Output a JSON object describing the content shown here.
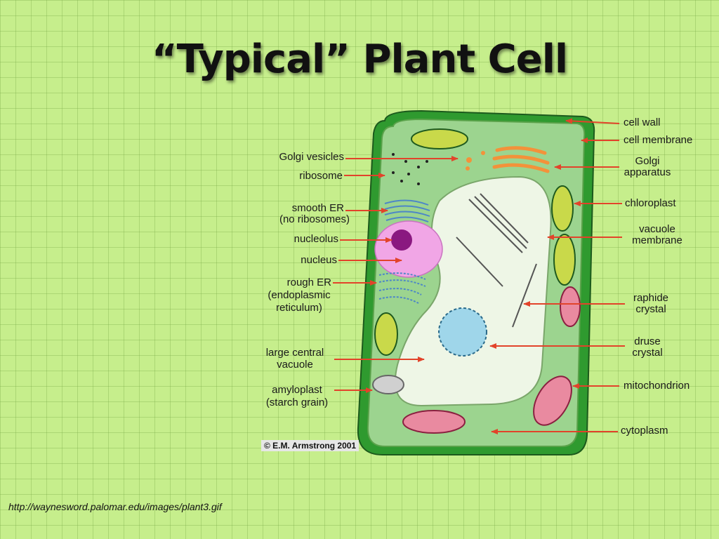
{
  "title": "“Typical” Plant Cell",
  "source_url": "http://waynesword.palomar.edu/images/plant3.gif",
  "copyright": "© E.M. Armstrong 2001",
  "labels_left": {
    "golgi_vesicles": "Golgi vesicles",
    "ribosome": "ribosome",
    "smooth_er_1": "smooth ER",
    "smooth_er_2": "(no ribosomes)",
    "nucleolus": "nucleolus",
    "nucleus": "nucleus",
    "rough_er_1": "rough ER",
    "rough_er_2": "(endoplasmic",
    "rough_er_3": "reticulum)",
    "vacuole_1": "large central",
    "vacuole_2": "vacuole",
    "amyloplast_1": "amyloplast",
    "amyloplast_2": "(starch grain)"
  },
  "labels_right": {
    "cell_wall": "cell wall",
    "cell_membrane": "cell membrane",
    "golgi_1": "Golgi",
    "golgi_2": "apparatus",
    "chloroplast": "chloroplast",
    "vacuole_membrane_1": "vacuole",
    "vacuole_membrane_2": "membrane",
    "raphide_1": "raphide",
    "raphide_2": "crystal",
    "druse_1": "druse",
    "druse_2": "crystal",
    "mitochondrion": "mitochondrion",
    "cytoplasm": "cytoplasm"
  },
  "colors": {
    "cell_wall": "#2f9a2f",
    "cytoplasm": "#9cd48f",
    "vacuole": "#eef6e6",
    "arrow": "#e2432a",
    "nucleus": "#f1a6e6",
    "nucleolus": "#8a1880",
    "golgi": "#f3923a",
    "er": "#7eb8e8"
  }
}
